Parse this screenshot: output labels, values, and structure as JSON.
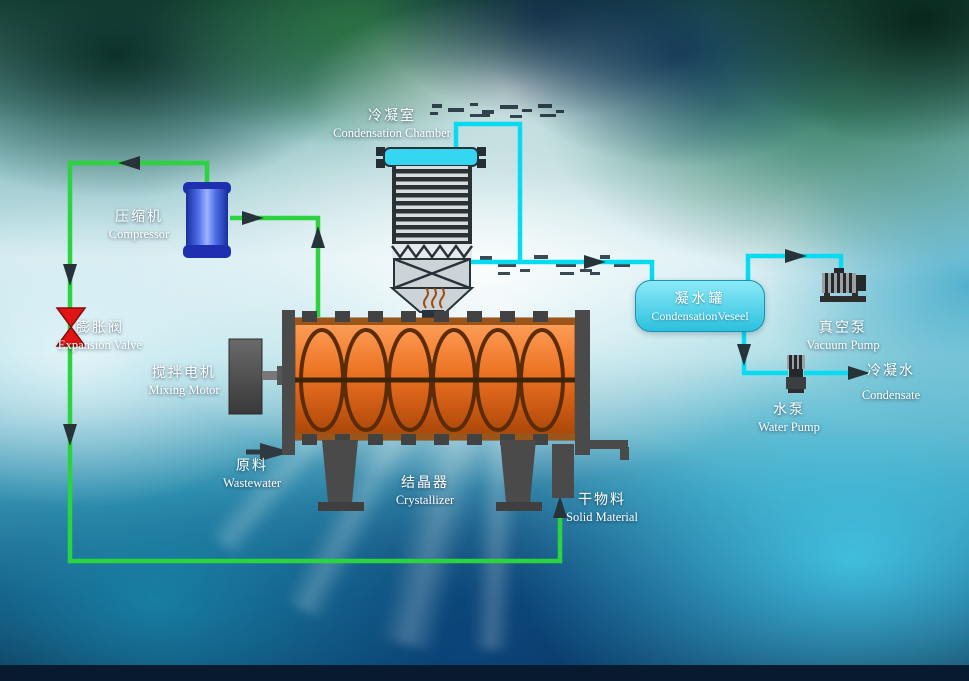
{
  "background": {
    "style": "abstract blurred teal, green, white and blue backdrop with light rays and dark bottom band"
  },
  "components": {
    "condensation_chamber": {
      "zh": "冷凝室",
      "en": "Condensation Chamber"
    },
    "compressor": {
      "zh": "压缩机",
      "en": "Compressor"
    },
    "expansion_valve": {
      "zh": "膨胀阀",
      "en": "Expansion Valve"
    },
    "mixing_motor": {
      "zh": "搅拌电机",
      "en": "Mixing Motor"
    },
    "wastewater_inlet": {
      "zh": "原料",
      "en": "Wastewater"
    },
    "crystallizer": {
      "zh": "结晶器",
      "en": "Crystallizer"
    },
    "solid_material_outlet": {
      "zh": "干物料",
      "en": "Solid Material"
    },
    "condensation_vessel": {
      "zh": "凝水罐",
      "en": "CondensationVeseel"
    },
    "vacuum_pump": {
      "zh": "真空泵",
      "en": "Vacuum Pump"
    },
    "water_pump": {
      "zh": "水泵",
      "en": "Water Pump"
    },
    "condensate_outlet": {
      "zh": "冷凝水",
      "en": "Condensate"
    }
  },
  "colors": {
    "refrigerant_pipe": "#2bd43e",
    "vapor_pipe": "#06dbf2",
    "flow_arrow": "#263338",
    "crystallizer_body": "#ec7222",
    "condensation_vessel_fill": "#45cdea",
    "compressor_fill": "#3a5ae0",
    "expansion_valve_fill": "#e01414",
    "label_text": "#ffffff"
  }
}
